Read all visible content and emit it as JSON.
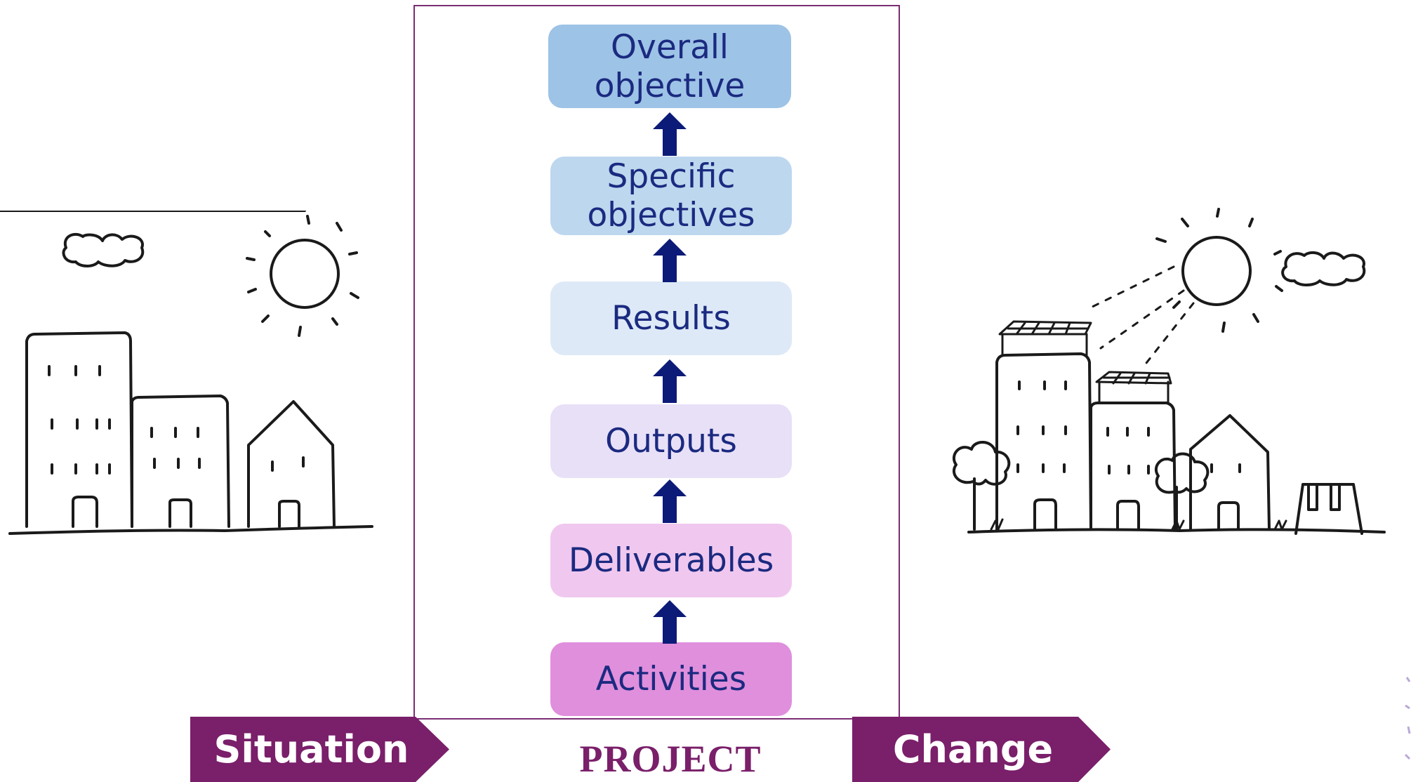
{
  "project": {
    "label": "PROJECT",
    "frame_color": "#7a2d73",
    "boxes": [
      {
        "label": "Overall\nobjective",
        "color": "#9dc3e6"
      },
      {
        "label": "Specific\nobjectives",
        "color": "#bdd7ee"
      },
      {
        "label": "Results",
        "color": "#dde9f6"
      },
      {
        "label": "Outputs",
        "color": "#e8e0f7"
      },
      {
        "label": "Deliverables",
        "color": "#f0c8ef"
      },
      {
        "label": "Activities",
        "color": "#e08fdc"
      }
    ],
    "arrow_color": "#0c1b78",
    "text_color": "#1b2a80"
  },
  "chevrons": {
    "left_label": "Situation",
    "right_label": "Change",
    "color": "#7a1f6a"
  },
  "sketches": {
    "left": "city-sketch-before",
    "right": "city-sketch-after-with-solar-panels-trees-swing"
  }
}
